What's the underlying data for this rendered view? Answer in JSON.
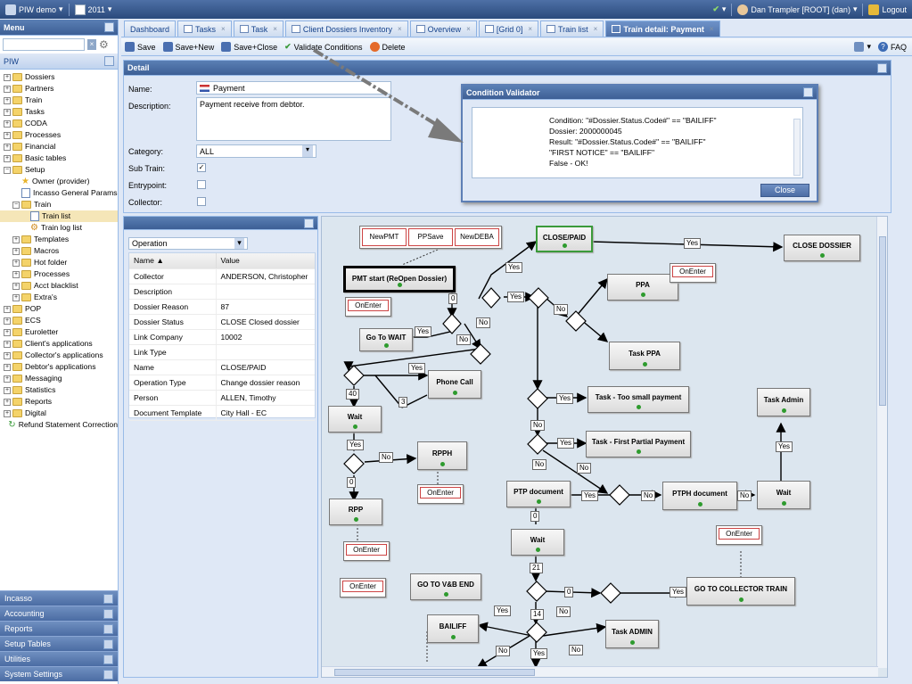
{
  "topbar": {
    "app": "PIW demo",
    "year": "2011",
    "user": "Dan Trampler [ROOT] (dan)",
    "logout": "Logout"
  },
  "menu": {
    "title": "Menu",
    "section": "PIW",
    "tree": [
      {
        "label": "Dossiers",
        "lvl": 0,
        "t": "f"
      },
      {
        "label": "Partners",
        "lvl": 0,
        "t": "f"
      },
      {
        "label": "Train",
        "lvl": 0,
        "t": "f"
      },
      {
        "label": "Tasks",
        "lvl": 0,
        "t": "f"
      },
      {
        "label": "CODA",
        "lvl": 0,
        "t": "f"
      },
      {
        "label": "Processes",
        "lvl": 0,
        "t": "f"
      },
      {
        "label": "Financial",
        "lvl": 0,
        "t": "f"
      },
      {
        "label": "Basic tables",
        "lvl": 0,
        "t": "f"
      },
      {
        "label": "Setup",
        "lvl": 0,
        "t": "f",
        "open": true
      },
      {
        "label": "Owner (provider)",
        "lvl": 1,
        "t": "s"
      },
      {
        "label": "Incasso General Params",
        "lvl": 1,
        "t": "d"
      },
      {
        "label": "Train",
        "lvl": 1,
        "t": "f",
        "open": true
      },
      {
        "label": "Train list",
        "lvl": 2,
        "t": "d",
        "sel": true
      },
      {
        "label": "Train log list",
        "lvl": 2,
        "t": "g"
      },
      {
        "label": "Templates",
        "lvl": 1,
        "t": "f"
      },
      {
        "label": "Macros",
        "lvl": 1,
        "t": "f"
      },
      {
        "label": "Hot folder",
        "lvl": 1,
        "t": "f"
      },
      {
        "label": "Processes",
        "lvl": 1,
        "t": "f"
      },
      {
        "label": "Acct blacklist",
        "lvl": 1,
        "t": "f"
      },
      {
        "label": "Extra's",
        "lvl": 1,
        "t": "f"
      },
      {
        "label": "POP",
        "lvl": 0,
        "t": "f"
      },
      {
        "label": "ECS",
        "lvl": 0,
        "t": "f"
      },
      {
        "label": "Euroletter",
        "lvl": 0,
        "t": "f"
      },
      {
        "label": "Client's applications",
        "lvl": 0,
        "t": "f"
      },
      {
        "label": "Collector's applications",
        "lvl": 0,
        "t": "f"
      },
      {
        "label": "Debtor's applications",
        "lvl": 0,
        "t": "f"
      },
      {
        "label": "Messaging",
        "lvl": 0,
        "t": "f"
      },
      {
        "label": "Statistics",
        "lvl": 0,
        "t": "f"
      },
      {
        "label": "Reports",
        "lvl": 0,
        "t": "f"
      },
      {
        "label": "Digital",
        "lvl": 0,
        "t": "f"
      },
      {
        "label": "Refund Statement Correction",
        "lvl": 0,
        "t": "r"
      }
    ],
    "accordion": [
      "Incasso",
      "Accounting",
      "Reports",
      "Setup Tables",
      "Utilities",
      "System Settings"
    ]
  },
  "tabs": [
    {
      "label": "Dashboard"
    },
    {
      "label": "Tasks"
    },
    {
      "label": "Task"
    },
    {
      "label": "Client Dossiers Inventory"
    },
    {
      "label": "Overview"
    },
    {
      "label": "[Grid 0]"
    },
    {
      "label": "Train list"
    },
    {
      "label": "Train detail: Payment",
      "active": true
    }
  ],
  "toolbar": {
    "save": "Save",
    "save_new": "Save+New",
    "save_close": "Save+Close",
    "validate": "Validate Conditions",
    "delete": "Delete",
    "faq": "FAQ"
  },
  "detail": {
    "title": "Detail",
    "name_label": "Name:",
    "name": "Payment",
    "desc_label": "Description:",
    "desc": "Payment receive from debtor.",
    "category_label": "Category:",
    "category": "ALL",
    "subtrain_label": "Sub Train:",
    "entry_label": "Entrypoint:",
    "collector_label": "Collector:"
  },
  "validator": {
    "title": "Condition Validator",
    "lines": [
      "Condition: \"#Dossier.Status.Code#\" == \"BAILIFF\"",
      "Dossier: 2000000045",
      "Result: \"#Dossier.Status.Code#\" == \"BAILIFF\"",
      "\"FIRST NOTICE\" == \"BAILIFF\"",
      "False - OK!"
    ],
    "close": "Close"
  },
  "props": {
    "select": "Operation",
    "col_name": "Name",
    "col_value": "Value",
    "rows": [
      [
        "Collector",
        "ANDERSON, Christopher"
      ],
      [
        "Description",
        ""
      ],
      [
        "Dossier Reason",
        "87"
      ],
      [
        "Dossier Status",
        "CLOSE Closed dossier"
      ],
      [
        "Link Company",
        "10002"
      ],
      [
        "Link Type",
        ""
      ],
      [
        "Name",
        "CLOSE/PAID"
      ],
      [
        "Operation Type",
        "Change dossier reason"
      ],
      [
        "Person",
        "ALLEN, Timothy"
      ],
      [
        "Document Template",
        "City Hall - EC"
      ]
    ]
  },
  "flow": {
    "nodes": [
      "PMT start (ReOpen Dossier)",
      "Go To WAIT",
      "Phone Call",
      "Wait",
      "RPPH",
      "RPP",
      "CLOSE/PAID",
      "CLOSE DOSSIER",
      "PPA",
      "Task PPA",
      "Task - Too small payment",
      "Task - First Partial Payment",
      "PTP document",
      "PTPH document",
      "Wait",
      "Task Admin",
      "Wait",
      "GO TO V&B END",
      "GO TO COLLECTOR TRAIN",
      "BAILIFF",
      "Task ADMIN"
    ],
    "top_buttons": [
      "NewPMT",
      "PPSave",
      "NewDEBA"
    ],
    "onenter": "OnEnter",
    "labels": [
      "0",
      "Yes",
      "No",
      "Yes",
      "No",
      "Yes",
      "No",
      "3",
      "Yes",
      "40",
      "Yes",
      "No",
      "0",
      "Yes",
      "No",
      "Yes",
      "No",
      "No",
      "Yes",
      "No",
      "Yes",
      "No",
      "Yes",
      "0",
      "21",
      "0",
      "14",
      "Yes",
      "No",
      "Yes",
      "No",
      "Yes",
      "No"
    ]
  }
}
